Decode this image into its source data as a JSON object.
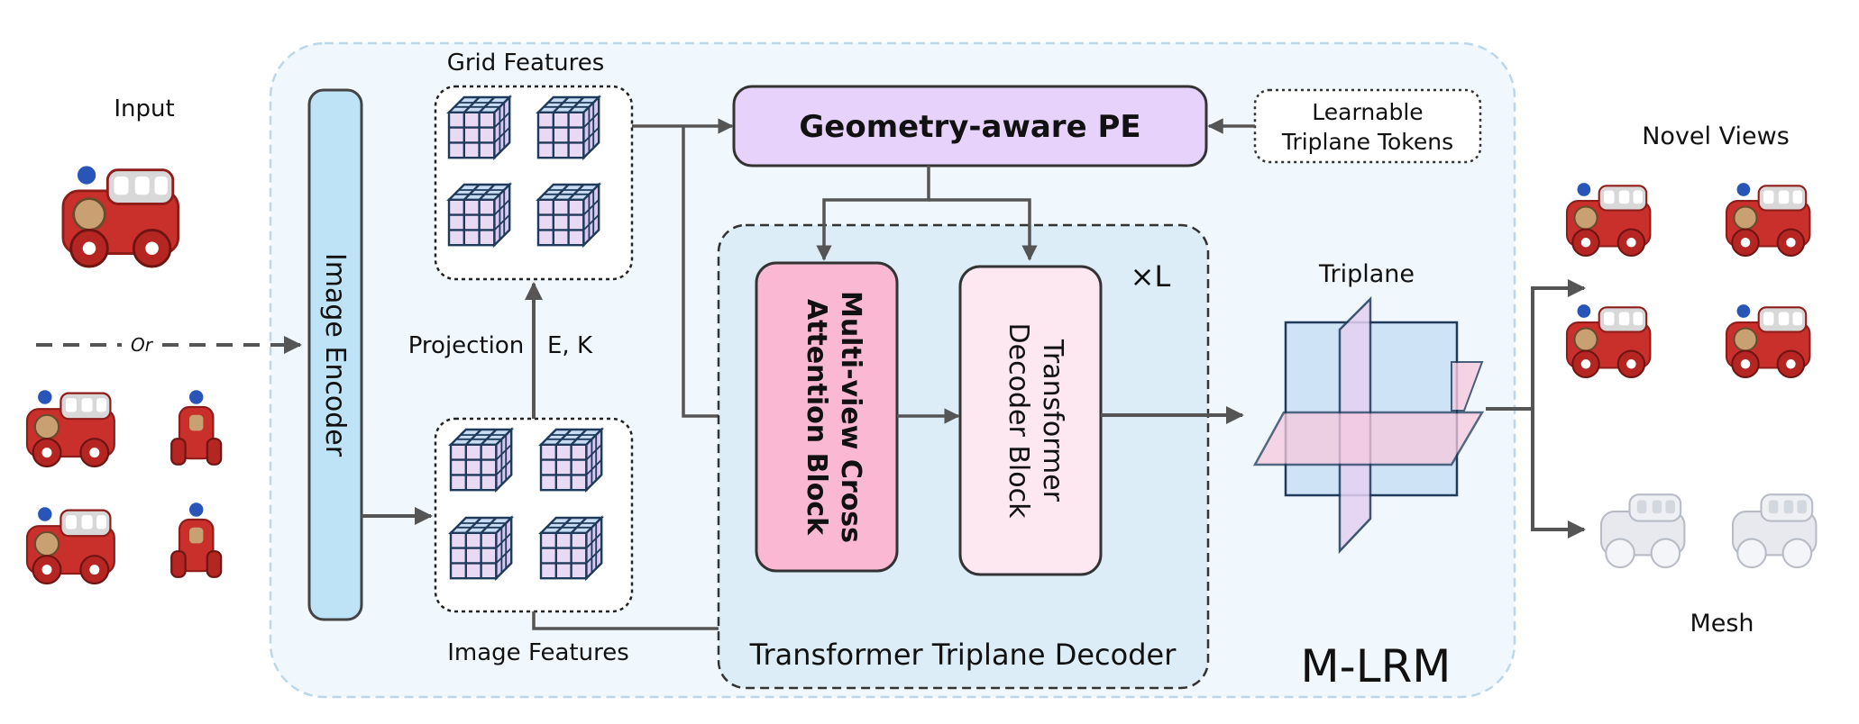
{
  "labels": {
    "input": "Input",
    "or": "Or",
    "image_encoder": "Image Encoder",
    "grid_features": "Grid Features",
    "image_features": "Image Features",
    "projection": "Projection",
    "ek": "E, K",
    "geometry_pe": "Geometry-aware PE",
    "learnable_tokens_line1": "Learnable",
    "learnable_tokens_line2": "Triplane Tokens",
    "cross_attn_line1": "Multi-view Cross",
    "cross_attn_line2": "Attention Block",
    "decoder_line1": "Transformer",
    "decoder_line2": "Decoder Block",
    "times_l": "×L",
    "transformer_triplane_decoder": "Transformer Triplane Decoder",
    "triplane": "Triplane",
    "novel_views": "Novel Views",
    "mesh": "Mesh",
    "model_name": "M-LRM"
  },
  "colors": {
    "outer_bg": "#f1f8fd",
    "outer_border": "#bcd7ea",
    "encoder_fill": "#bfe3f6",
    "pe_fill": "#e7d2fb",
    "cross_attn_fill": "#fbb8d3",
    "decoder_fill": "#fde7f1",
    "decoder_region_fill": "#dcedf8",
    "cube_face": "#e8d9f5",
    "cube_side": "#c9dcf5",
    "cube_edge": "#1f3a5a",
    "plane_blue": "#cfe3f7",
    "plane_pink": "#f7c9de",
    "plane_lilac": "#e4d2f2",
    "toy_red": "#c9302c",
    "mesh_gray": "#e7e9ee",
    "arrow": "#555555"
  }
}
